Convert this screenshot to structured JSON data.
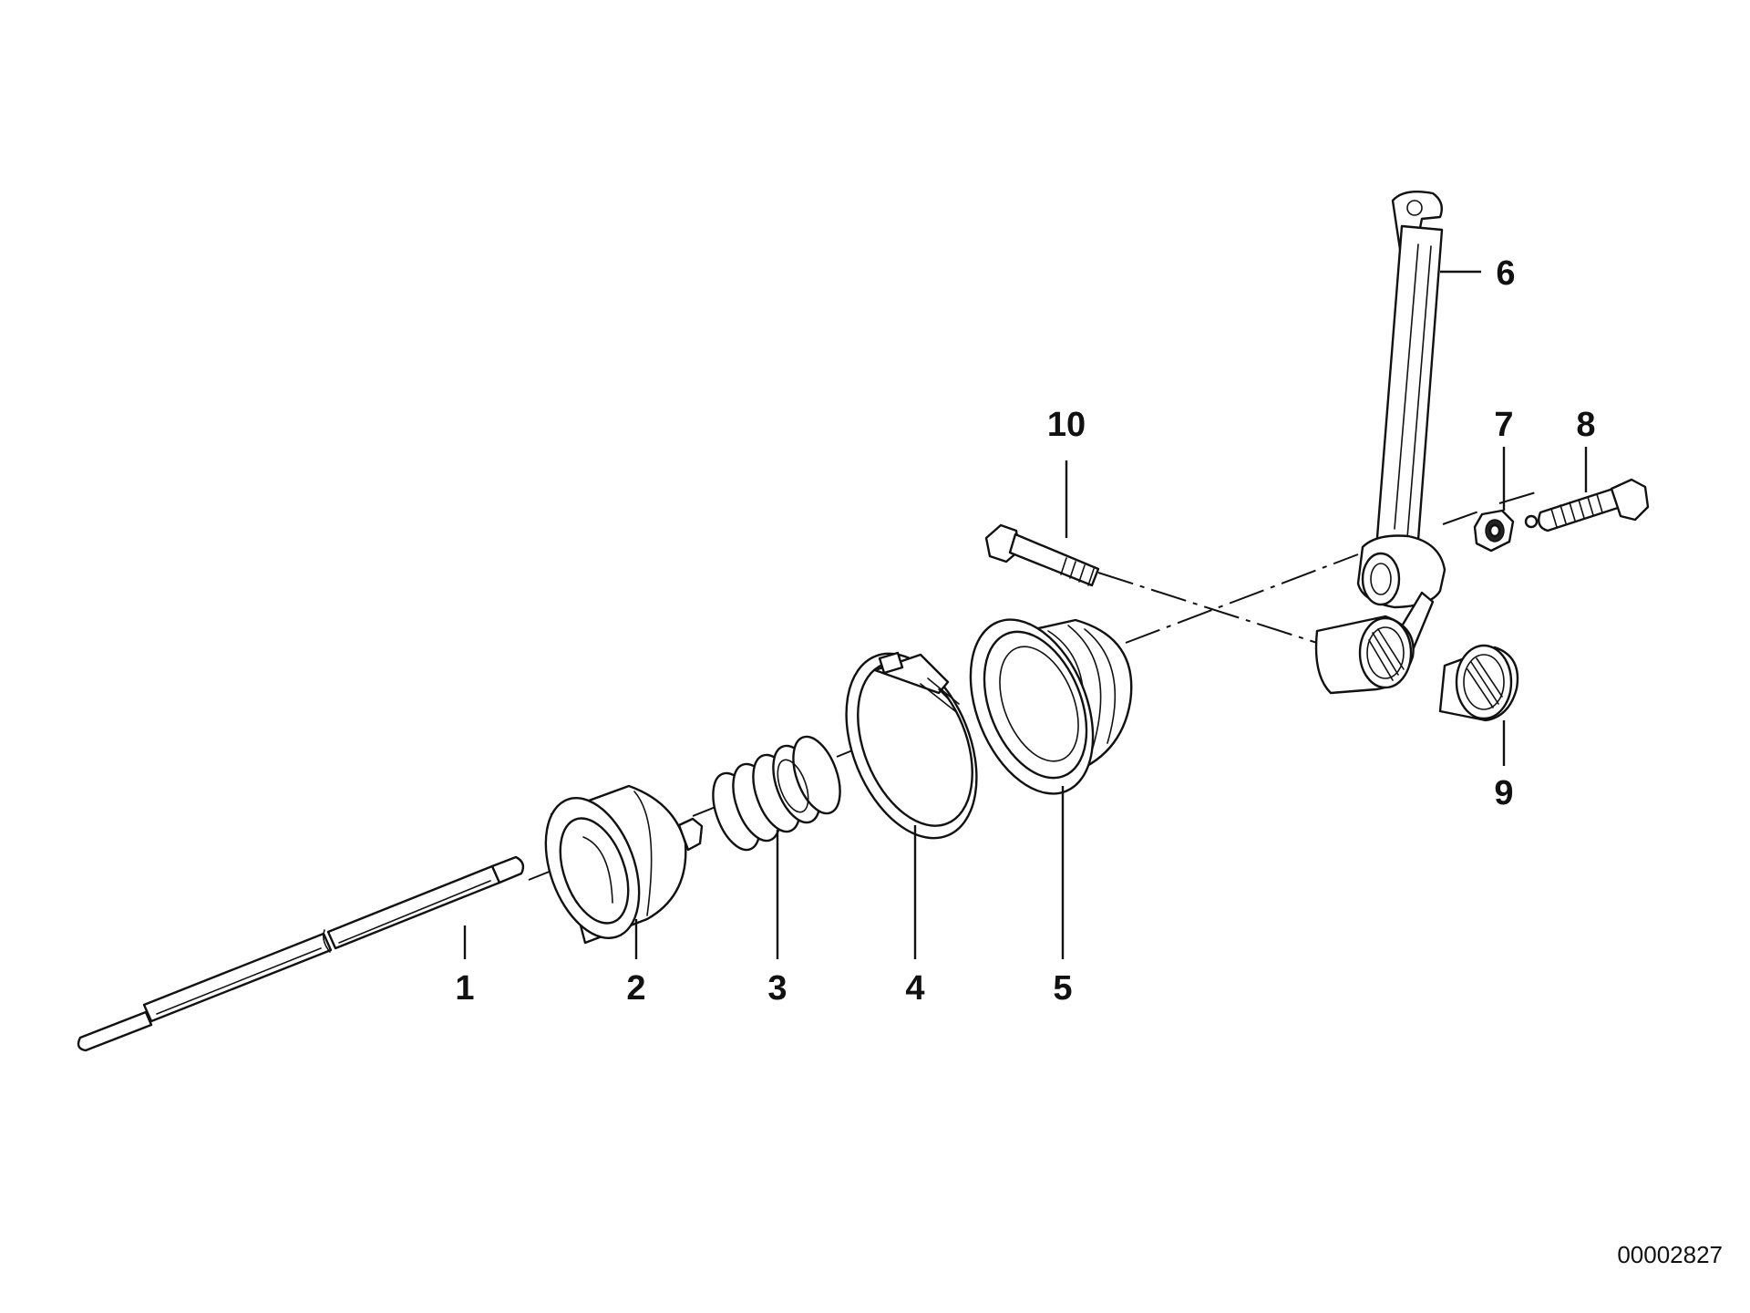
{
  "labels": {
    "p1": "1",
    "p2": "2",
    "p3": "3",
    "p4": "4",
    "p5": "5",
    "p6": "6",
    "p7": "7",
    "p8": "8",
    "p9": "9",
    "p10": "10"
  },
  "reference_number": "00002827"
}
